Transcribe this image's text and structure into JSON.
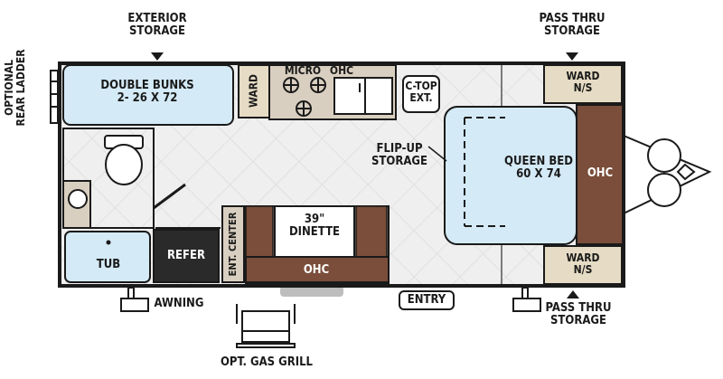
{
  "labels": {
    "exterior_storage": [
      "EXTERIOR",
      "STORAGE"
    ],
    "pass_thru_top": [
      "PASS THRU",
      "STORAGE"
    ],
    "pass_thru_bottom": [
      "PASS THRU",
      "STORAGE"
    ],
    "rear_ladder": [
      "OPTIONAL",
      "REAR LADDER"
    ],
    "double_bunks": [
      "DOUBLE BUNKS",
      "2- 26 X 72"
    ],
    "ward_bunk": "WARD",
    "micro": "MICRO",
    "ohc_kitchen": "OHC",
    "ctop_ext": [
      "C-TOP",
      "EXT."
    ],
    "ward_ns_top": [
      "WARD",
      "N/S"
    ],
    "ward_ns_bottom": [
      "WARD",
      "N/S"
    ],
    "flip_up_storage": [
      "FLIP-UP",
      "STORAGE"
    ],
    "queen_bed": [
      "QUEEN BED",
      "60 X 74"
    ],
    "ohc_front": "OHC",
    "tub": "TUB",
    "refer": "REFER",
    "ent_center": "ENT. CENTER",
    "dinette": [
      "39\"",
      "DINETTE"
    ],
    "ohc_dinette": "OHC",
    "awning": "AWNING",
    "entry": "ENTRY",
    "gas_grill": "OPT. GAS GRILL"
  },
  "colors": {
    "outline": "#1a1a1a",
    "floor": "#eeeeee",
    "bed_fill": "#d4eaf6",
    "ward_fill": "#e6dbc4",
    "ohc_fill": "#7a4e3a",
    "refer_fill": "#2a2a2a",
    "cabinet_fill": "#d9cfc0"
  }
}
